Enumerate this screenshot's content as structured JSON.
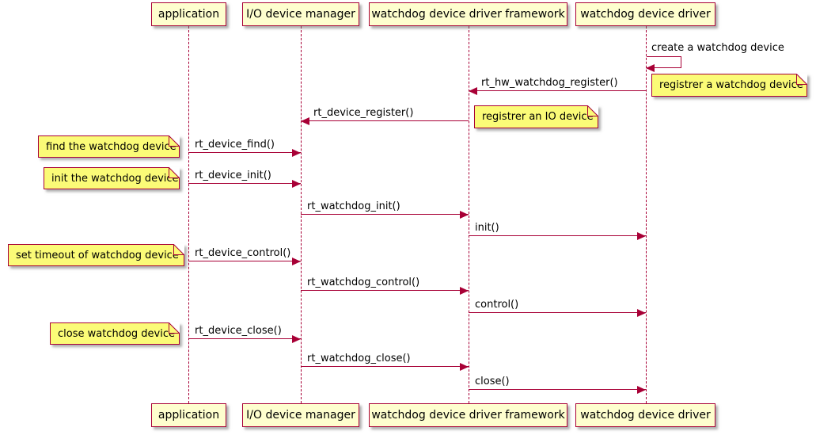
{
  "diagram_type": "sequence-diagram",
  "participants": [
    {
      "label": "application"
    },
    {
      "label": "I/O device manager"
    },
    {
      "label": "watchdog device driver framework"
    },
    {
      "label": "watchdog device driver"
    }
  ],
  "messages": [
    {
      "label": "create a watchdog device",
      "from": "watchdog device driver",
      "to": "watchdog device driver",
      "kind": "self"
    },
    {
      "label": "rt_hw_watchdog_register()",
      "from": "watchdog device driver",
      "to": "watchdog device driver framework",
      "kind": "arrow"
    },
    {
      "label": "rt_device_register()",
      "from": "watchdog device driver framework",
      "to": "I/O device manager",
      "kind": "arrow"
    },
    {
      "label": "rt_device_find()",
      "from": "application",
      "to": "I/O device manager",
      "kind": "arrow"
    },
    {
      "label": "rt_device_init()",
      "from": "application",
      "to": "I/O device manager",
      "kind": "arrow"
    },
    {
      "label": "rt_watchdog_init()",
      "from": "I/O device manager",
      "to": "watchdog device driver framework",
      "kind": "arrow"
    },
    {
      "label": "init()",
      "from": "watchdog device driver framework",
      "to": "watchdog device driver",
      "kind": "arrow"
    },
    {
      "label": "rt_device_control()",
      "from": "application",
      "to": "I/O device manager",
      "kind": "arrow"
    },
    {
      "label": "rt_watchdog_control()",
      "from": "I/O device manager",
      "to": "watchdog device driver framework",
      "kind": "arrow"
    },
    {
      "label": "control()",
      "from": "watchdog device driver framework",
      "to": "watchdog device driver",
      "kind": "arrow"
    },
    {
      "label": "rt_device_close()",
      "from": "application",
      "to": "I/O device manager",
      "kind": "arrow"
    },
    {
      "label": "rt_watchdog_close()",
      "from": "I/O device manager",
      "to": "watchdog device driver framework",
      "kind": "arrow"
    },
    {
      "label": "close()",
      "from": "watchdog device driver framework",
      "to": "watchdog device driver",
      "kind": "arrow"
    }
  ],
  "notes": [
    {
      "text": "registrer a watchdog device",
      "position": "right of watchdog device driver"
    },
    {
      "text": "registrer an IO device",
      "position": "right of watchdog device driver framework"
    },
    {
      "text": "find the watchdog device",
      "position": "left of application"
    },
    {
      "text": "init the watchdog device",
      "position": "left of application"
    },
    {
      "text": "set timeout of watchdog device",
      "position": "left of application"
    },
    {
      "text": "close watchdog device",
      "position": "left of application"
    }
  ],
  "colors": {
    "border": "#A80036",
    "arrow": "#A80036",
    "lifeline": "#A80036",
    "participant_fill": "#FEFECE",
    "note_fill": "#FBFB77",
    "text": "#000000",
    "background": "#FFFFFF"
  }
}
